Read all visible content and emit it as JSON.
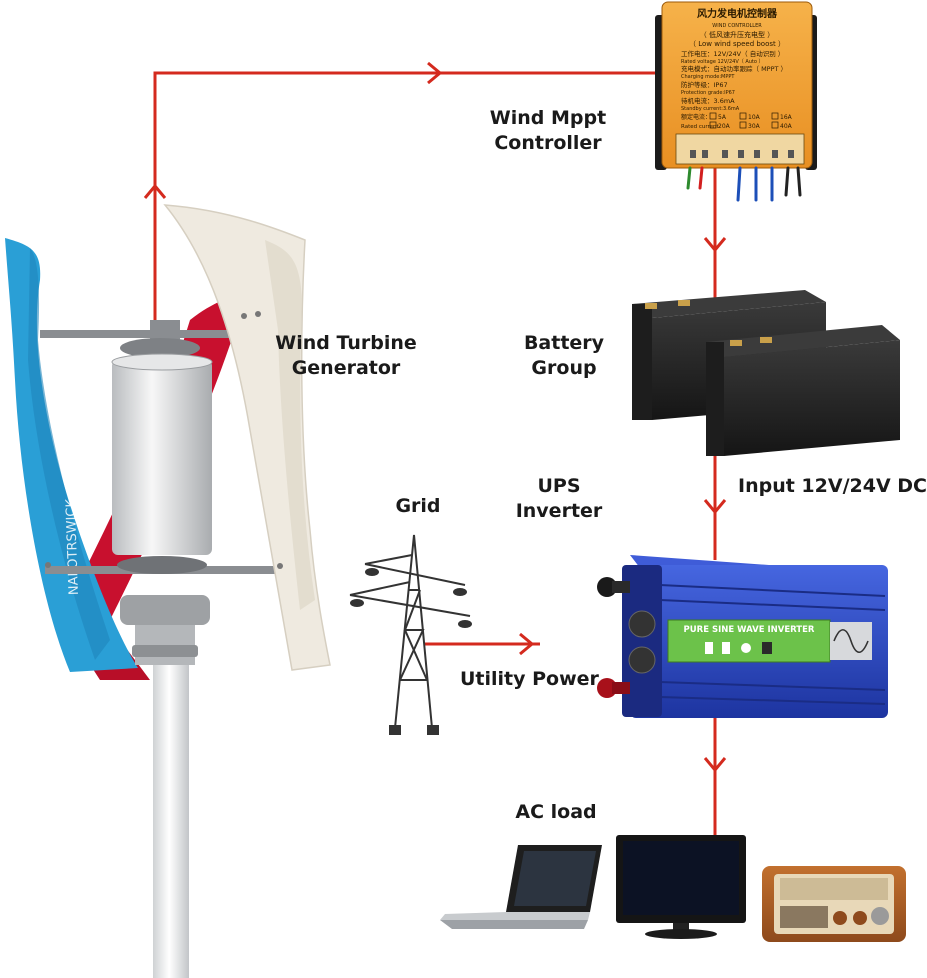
{
  "labels": {
    "controller_line1": "Wind Mppt",
    "controller_line2": "Controller",
    "turbine_line1": "Wind Turbine",
    "turbine_line2": "Generator",
    "battery_line1": "Battery",
    "battery_line2": "Group",
    "input": "Input 12V/24V DC",
    "grid": "Grid",
    "ups_line1": "UPS",
    "ups_line2": "Inverter",
    "utility": "Utility Power",
    "ac_load": "AC load"
  },
  "controller": {
    "title_cn": "风力发电机控制器",
    "title_en": "WIND CONTROLLER",
    "sub_cn": "（ 低风速升压充电型 ）",
    "sub_en": "（ Low wind speed boost ）",
    "volt_cn": "工作电压：12V/24V（ 自动识别 ）",
    "volt_en": "Rated voltage 12V/24V（ Auto ）",
    "mode_cn": "充电模式：自动功率跟踪（ MPPT ）",
    "mode_en": "Charging mode:MPPT",
    "grade_cn": "防护等级：IP67",
    "grade_en": "Protection grade:IP67",
    "standby_cn": "待机电流：3.6mA",
    "standby_en": "Standby current:3.6mA",
    "rated_cn": "额定电流：",
    "rated_en": "Rated current",
    "currents_row1": [
      "5A",
      "10A",
      "16A"
    ],
    "currents_row2": [
      "20A",
      "30A",
      "40A"
    ]
  },
  "inverter": {
    "banner": "PURE SINE WAVE INVERTER"
  },
  "turbine": {
    "blade_text": "NAKOTRSWICK"
  },
  "colors": {
    "arrow": "#d42a1e",
    "controller_body": "#f2a23a",
    "inverter_body": "#2d49c4",
    "turbine_blue_blade": "#2a9fd6",
    "turbine_red_blade": "#c8102e",
    "turbine_white_blade": "#efeae0",
    "battery": "#222222"
  }
}
